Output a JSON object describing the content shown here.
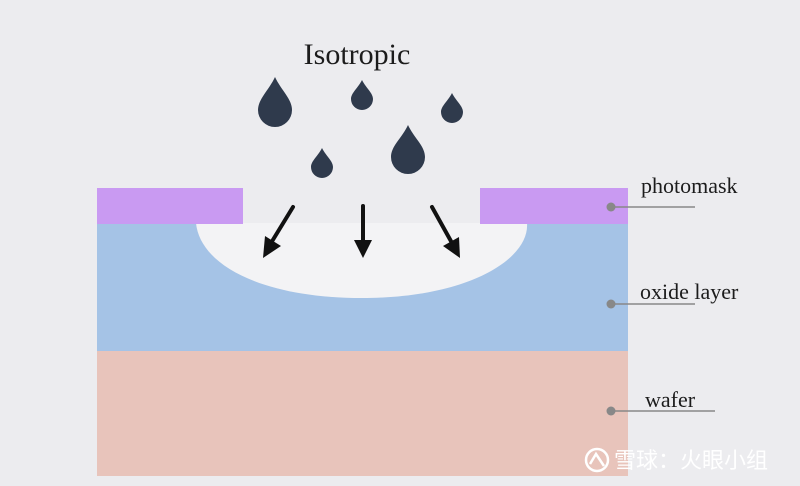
{
  "diagram": {
    "title": "Isotropic",
    "labels": {
      "photomask": "photomask",
      "oxide": "oxide layer",
      "wafer": "wafer"
    },
    "watermark": "雪球：火眼小组",
    "colors": {
      "background": "#ececef",
      "photomask": "#c99af2",
      "oxide": "#a5c3e6",
      "wafer": "#e8c4bb",
      "cavity": "#f3f3f5",
      "droplet": "#2f3a4c",
      "arrow": "#111111",
      "leader": "#888888"
    }
  }
}
